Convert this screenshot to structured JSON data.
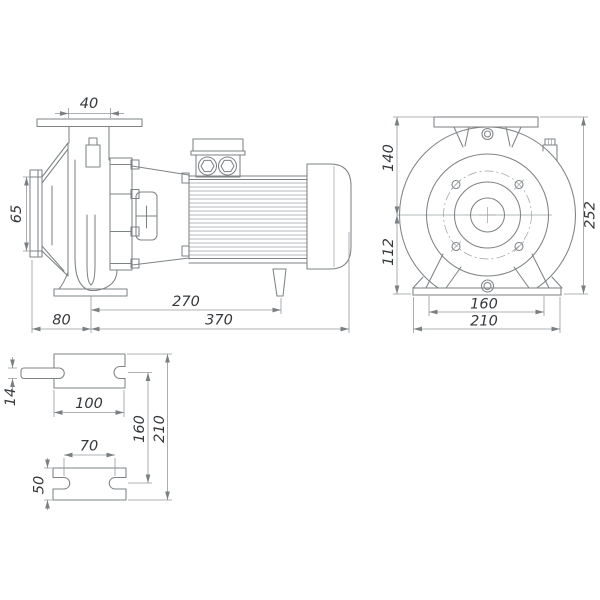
{
  "drawing_type": "pump-dimensional-drawing",
  "colors": {
    "background": "#ffffff",
    "geometry_line": "#7e8386",
    "dimension_line": "#94999c",
    "dimension_text": "#36393c"
  },
  "views": {
    "side": {
      "name": "side-view-pump-with-motor",
      "dims": {
        "discharge_flange_width": "40",
        "suction_port_diameter": "65",
        "axis_to_drain_length": "270",
        "suction_overhang": "80",
        "overall_length": "370"
      }
    },
    "front": {
      "name": "front-view-pump-casing",
      "dims": {
        "axis_to_flange_top": "140",
        "axis_to_base": "112",
        "overall_height": "252",
        "foot_slot_spacing": "160",
        "base_width": "210"
      }
    },
    "foot": {
      "name": "foot-plate-views",
      "dims": {
        "slot_width": "14",
        "front_plate_length": "100",
        "rear_slot_spacing": "70",
        "rear_plate_width": "50",
        "plate_spacing": "160",
        "overall_plate_length": "210"
      }
    }
  }
}
